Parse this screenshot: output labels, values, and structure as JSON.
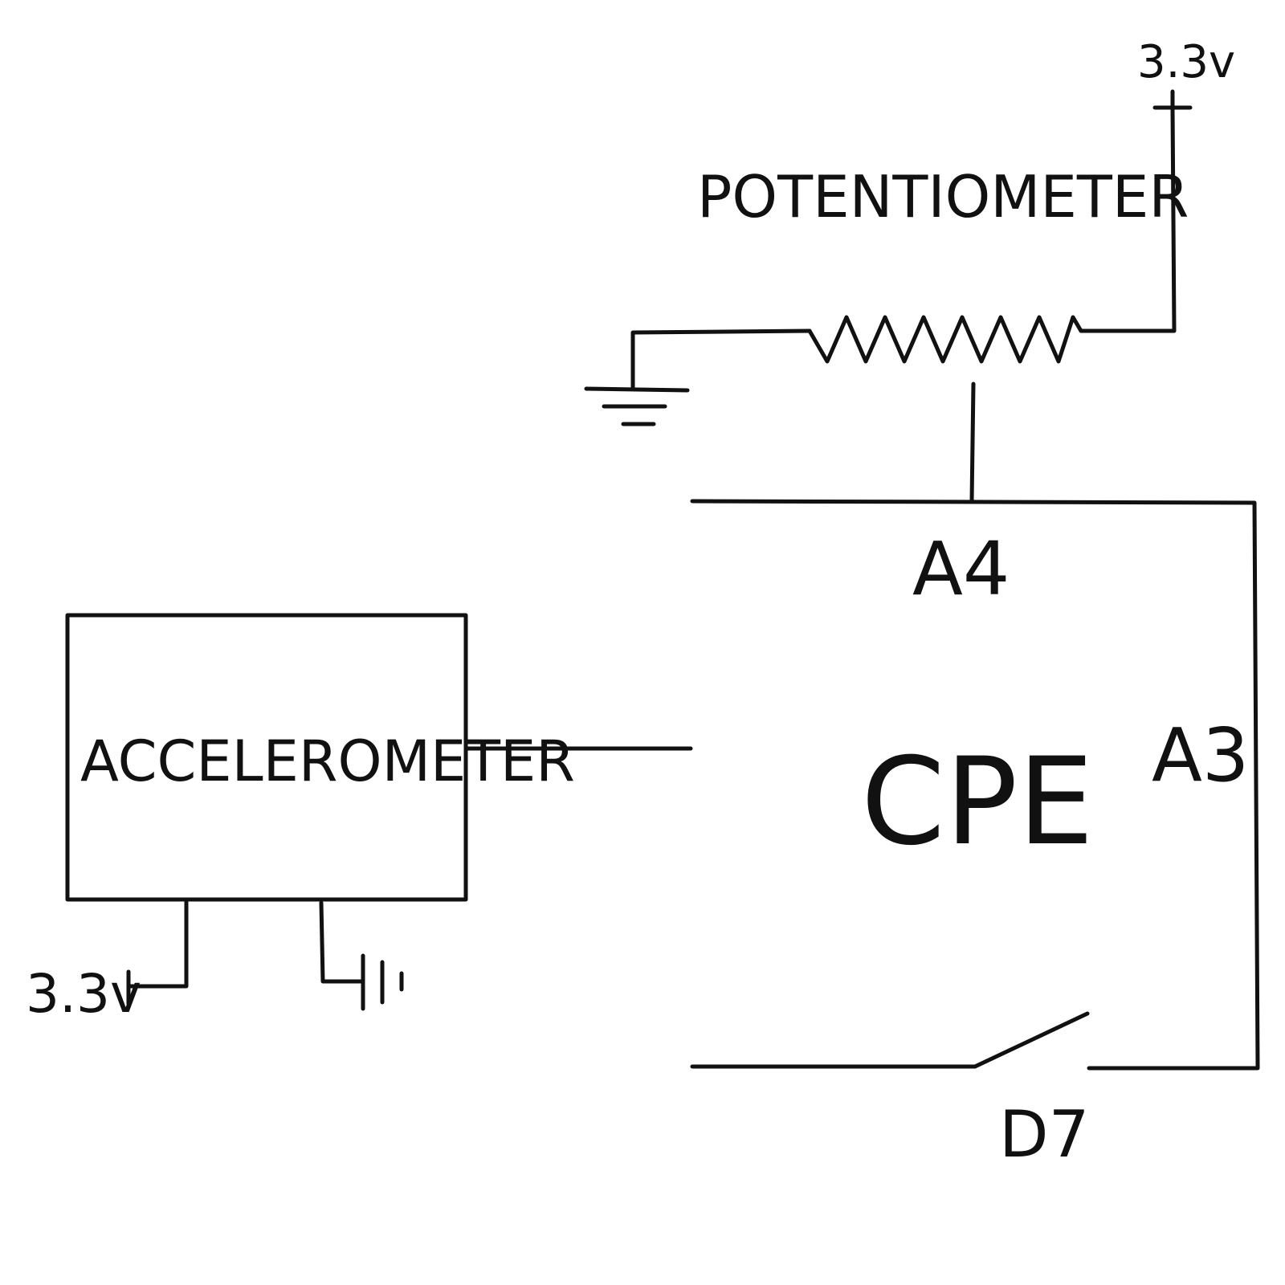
{
  "labels": {
    "potentiometer": "POTENTIOMETER",
    "accelerometer": "ACCELEROMETER",
    "cpe": "CPE",
    "a4": "A4",
    "a3": "A3",
    "d7": "D7",
    "supply_top": "3.3v",
    "supply_left": "3.3v"
  },
  "icons": {
    "ground": "ground-icon",
    "resistor": "resistor-zigzag-icon",
    "switch": "switch-icon",
    "battery": "battery-icon"
  },
  "colors": {
    "stroke": "#111111",
    "background": "#ffffff"
  }
}
